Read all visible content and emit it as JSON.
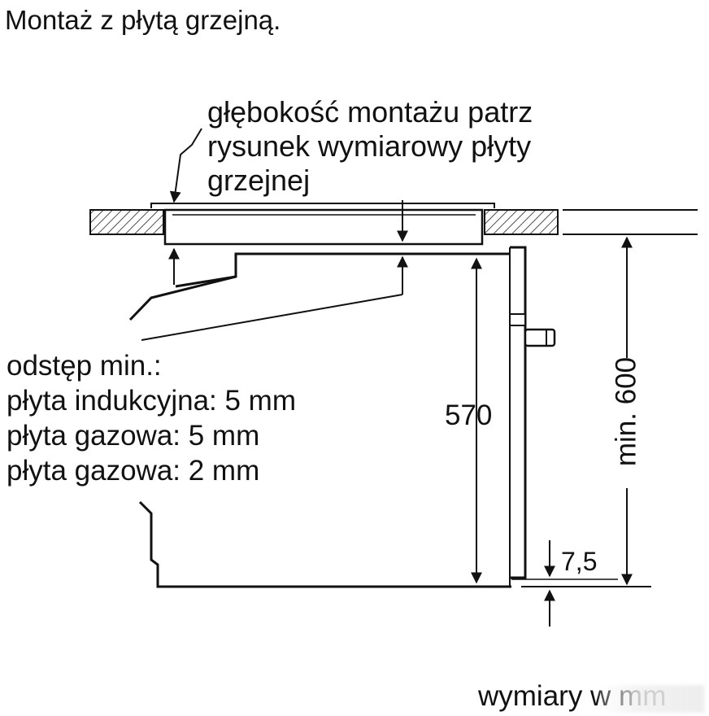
{
  "title": "Montaż z płytą grzejną.",
  "depth_note": {
    "lines": [
      "głębokość montażu patrz",
      "rysunek wymiarowy płyty",
      "grzejnej"
    ]
  },
  "gap_note": {
    "lines": [
      "odstęp min.:",
      "płyta indukcyjna: 5 mm",
      "płyta gazowa: 5 mm",
      "płyta gazowa: 2 mm"
    ]
  },
  "dimensions": {
    "oven_height": "570",
    "niche_height": "min. 600",
    "bottom_gap": "7,5"
  },
  "units_note": "wymiary w mm",
  "colors": {
    "ink": "#111111",
    "background": "#ffffff"
  }
}
